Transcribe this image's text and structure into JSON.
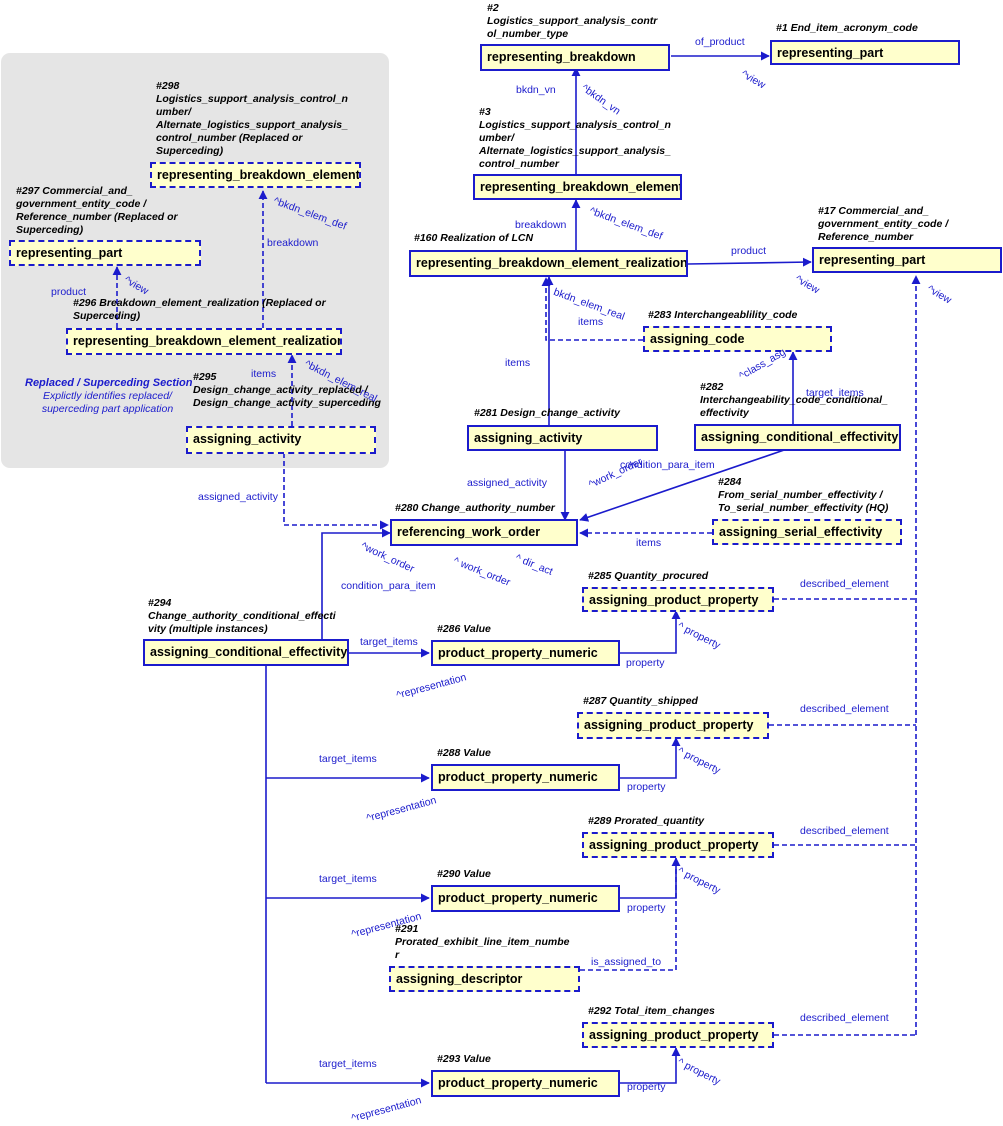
{
  "section": {
    "title": "Replaced / Superceding Section",
    "description": "Explictly identifies replaced/\nsuperceding part application"
  },
  "entities": [
    {
      "id": "e2",
      "label": "representing_breakdown",
      "note": "#2\nLogistics_support_analysis_contr\nol_number_type"
    },
    {
      "id": "e1",
      "label": "representing_part",
      "note": "#1 End_item_acronym_code"
    },
    {
      "id": "e3",
      "label": "representing_breakdown_element",
      "note": "#3\nLogistics_support_analysis_control_n\number/\nAlternate_logistics_support_analysis_\ncontrol_number"
    },
    {
      "id": "e160",
      "label": "representing_breakdown_element_realization",
      "note": "#160 Realization of LCN"
    },
    {
      "id": "e17",
      "label": "representing_part",
      "note": "#17 Commercial_and_\ngovernment_entity_code /\nReference_number"
    },
    {
      "id": "e298",
      "label": "representing_breakdown_element",
      "note": "#298\nLogistics_support_analysis_control_n\number/\nAlternate_logistics_support_analysis_\ncontrol_number (Replaced or\nSuperceding)"
    },
    {
      "id": "e297",
      "label": "representing_part",
      "note": "#297 Commercial_and_\ngovernment_entity_code /\nReference_number (Replaced or\nSuperceding)"
    },
    {
      "id": "e296",
      "label": "representing_breakdown_element_realization",
      "note": "#296 Breakdown_element_realization (Replaced or\nSuperceding)"
    },
    {
      "id": "e295",
      "label": "assigning_activity",
      "note": "#295\nDesign_change_activity_replaced /\nDesign_change_activity_superced­ing"
    },
    {
      "id": "e283",
      "label": "assigning_code",
      "note": "#283 Interchangeablility_code"
    },
    {
      "id": "e281",
      "label": "assigning_activity",
      "note": "#281 Design_change_activity"
    },
    {
      "id": "e282",
      "label": "assigning_conditional_effectivity",
      "note": "#282\nInterchangeability_code_conditional_\neffectivity"
    },
    {
      "id": "e280",
      "label": "referencing_work_order",
      "note": "#280 Change_authority_number"
    },
    {
      "id": "e284",
      "label": "assigning_serial_effectivity",
      "note": "#284\nFrom_serial_number_effectivity /\nTo_serial_number_effectivity (HQ)"
    },
    {
      "id": "e285",
      "label": "assigning_product_property",
      "note": "#285 Quantity_procured"
    },
    {
      "id": "e294",
      "label": "assigning_conditional_effectivity",
      "note": "#294\nChange_authority_conditional_effecti\nvity (multiple instances)"
    },
    {
      "id": "e286",
      "label": "product_property_numeric",
      "note": "#286 Value"
    },
    {
      "id": "e287",
      "label": "assigning_product_property",
      "note": "#287 Quantity_shipped"
    },
    {
      "id": "e288",
      "label": "product_property_numeric",
      "note": "#288 Value"
    },
    {
      "id": "e289",
      "label": "assigning_product_property",
      "note": "#289 Prorated_quantity"
    },
    {
      "id": "e290",
      "label": "product_property_numeric",
      "note": "#290 Value"
    },
    {
      "id": "e291",
      "label": "assigning_descriptor",
      "note": "#291\nProrated_exhibit_line_item_numbe\nr"
    },
    {
      "id": "e292",
      "label": "assigning_product_property",
      "note": "#292 Total_item_changes"
    },
    {
      "id": "e293",
      "label": "product_property_numeric",
      "note": "#293 Value"
    }
  ],
  "relations": [
    "of_product",
    "^view",
    "bkdn_vn",
    "^bkdn_vn",
    "breakdown",
    "^bkdn_elem_def",
    "product",
    "^view",
    "^view",
    "^bkdn_elem_def",
    "breakdown",
    "product",
    "^view",
    "items",
    "^bkdn_elem_real",
    "bkdn_elem_real",
    "items",
    "items",
    "^class_asg",
    "target_items",
    "assigned_activity",
    "condition_para_item",
    "^work_order",
    "assigned_activity",
    "^work_order",
    "^ work_order",
    "^ dir_act",
    "items",
    "condition_para_item",
    "described_element",
    "target_items",
    "property",
    "^ property",
    "^representation",
    "described_element",
    "target_items",
    "property",
    "^ property",
    "^representation",
    "described_element",
    "target_items",
    "property",
    "^ property",
    "^representation",
    "is_assigned_to",
    "described_element",
    "target_items",
    "property",
    "^ property",
    "^representation"
  ]
}
